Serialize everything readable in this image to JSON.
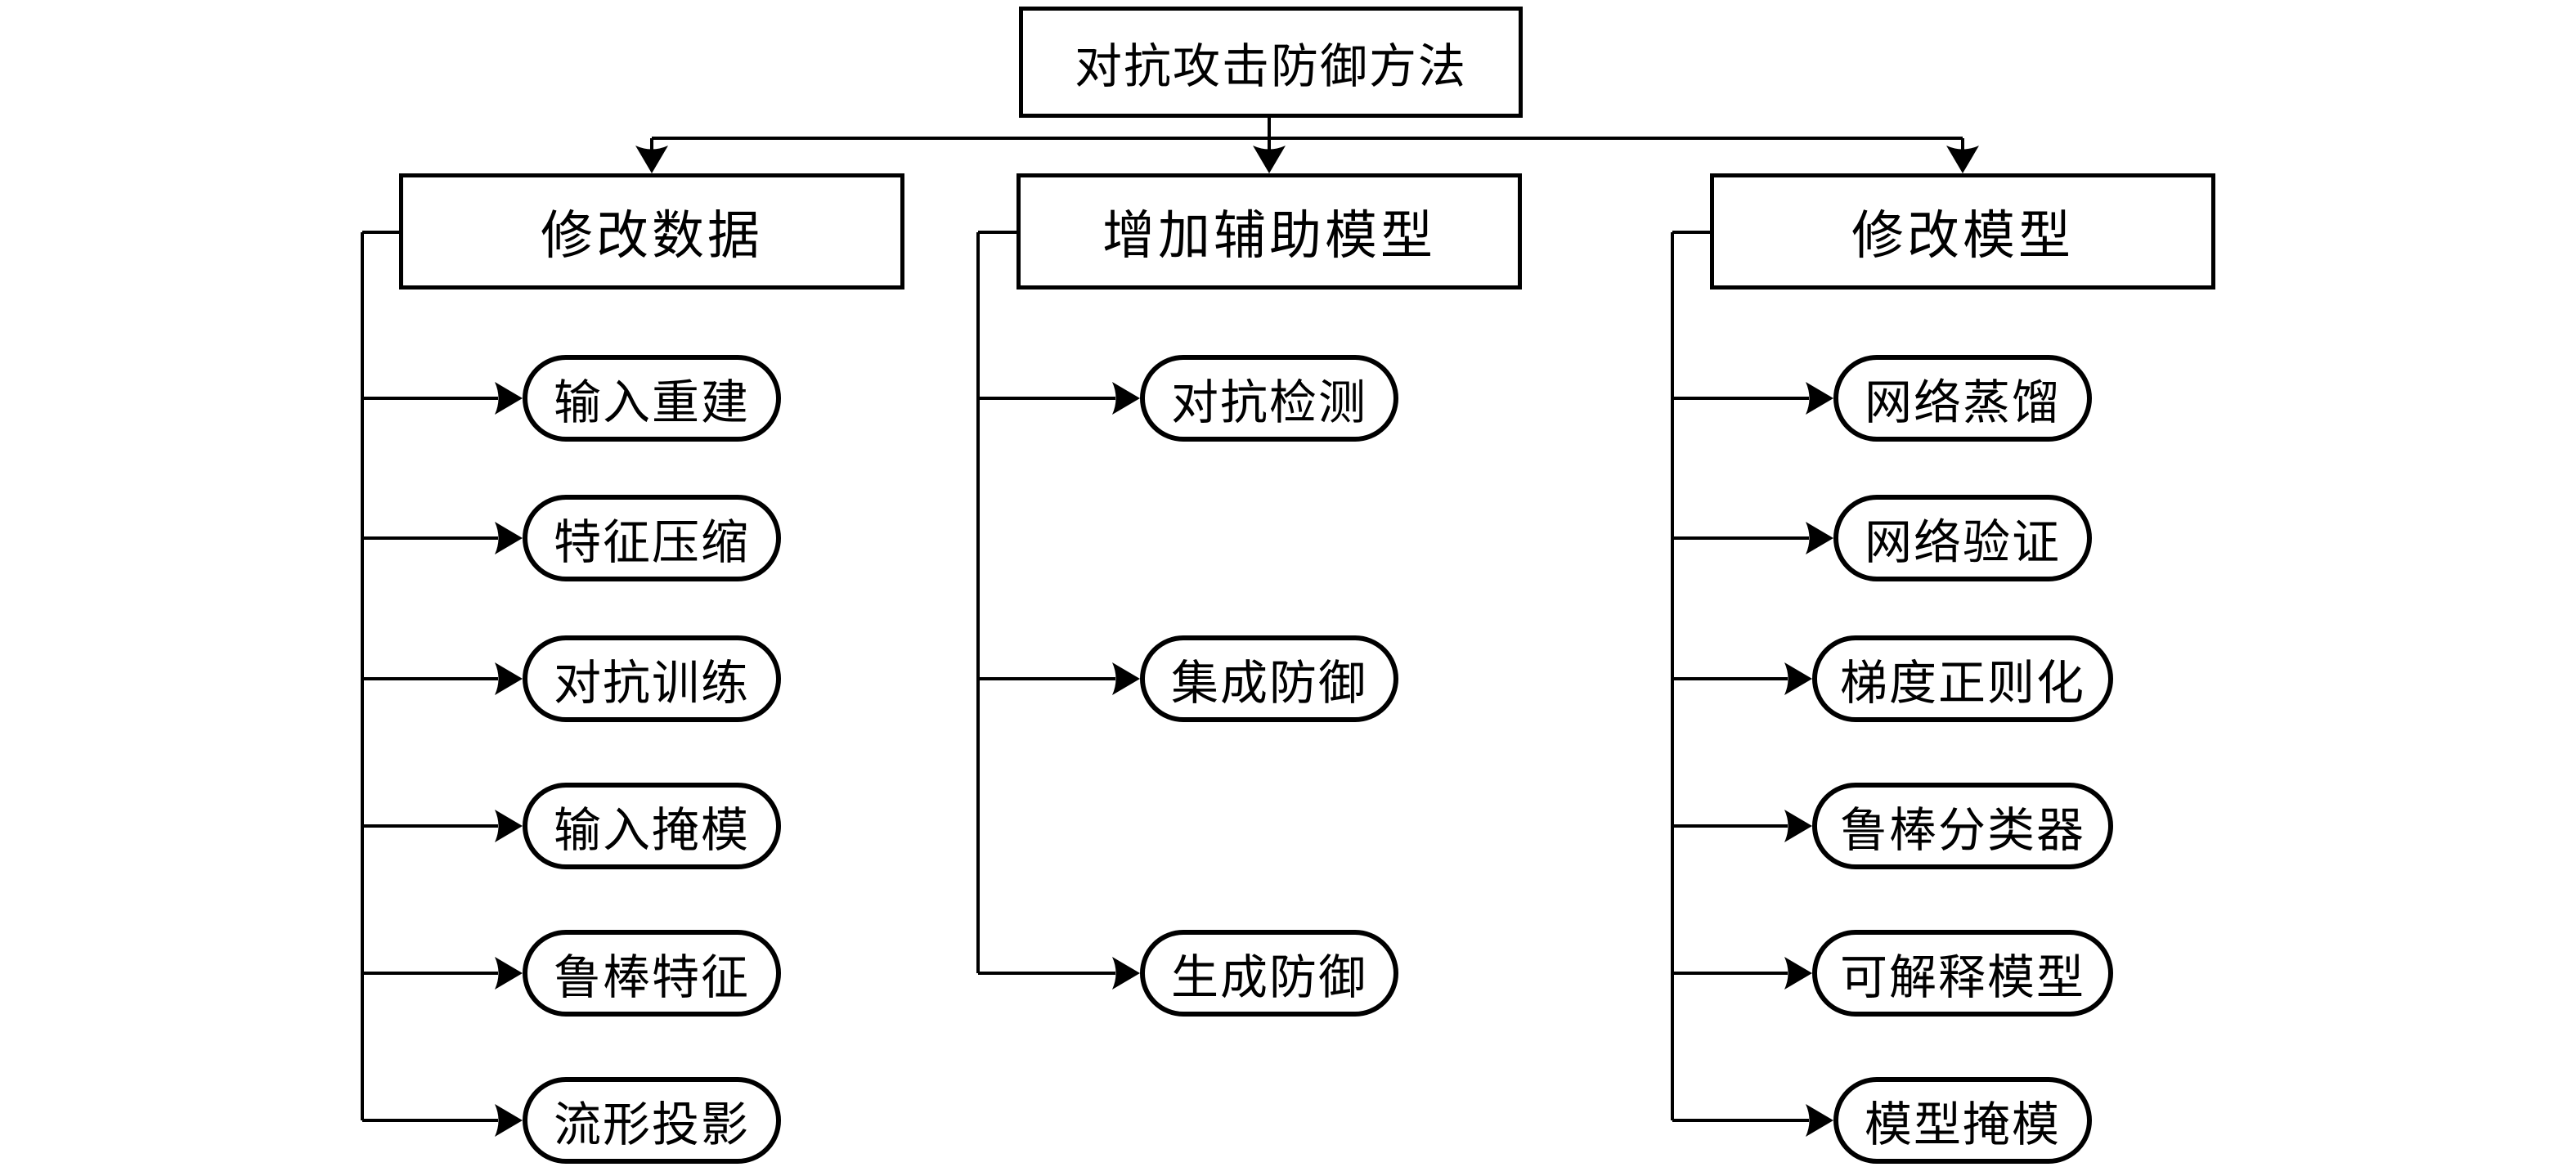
{
  "background_color": "#ffffff",
  "line_color": "#000000",
  "text_color": "#000000",
  "root": {
    "label": "对抗攻击防御方法"
  },
  "columns": [
    {
      "key": "modify-data",
      "label": "修改数据",
      "children": [
        {
          "label": "输入重建",
          "row": 0
        },
        {
          "label": "特征压缩",
          "row": 1
        },
        {
          "label": "对抗训练",
          "row": 2
        },
        {
          "label": "输入掩模",
          "row": 3
        },
        {
          "label": "鲁棒特征",
          "row": 4
        },
        {
          "label": "流形投影",
          "row": 5
        }
      ]
    },
    {
      "key": "auxiliary-model",
      "label": "增加辅助模型",
      "children": [
        {
          "label": "对抗检测",
          "row": 0
        },
        {
          "label": "集成防御",
          "row": 2
        },
        {
          "label": "生成防御",
          "row": 4
        }
      ]
    },
    {
      "key": "modify-model",
      "label": "修改模型",
      "children": [
        {
          "label": "网络蒸馏",
          "row": 0
        },
        {
          "label": "网络验证",
          "row": 1
        },
        {
          "label": "梯度正则化",
          "row": 2
        },
        {
          "label": "鲁棒分类器",
          "row": 3
        },
        {
          "label": "可解释模型",
          "row": 4
        },
        {
          "label": "模型掩模",
          "row": 5
        }
      ]
    }
  ]
}
